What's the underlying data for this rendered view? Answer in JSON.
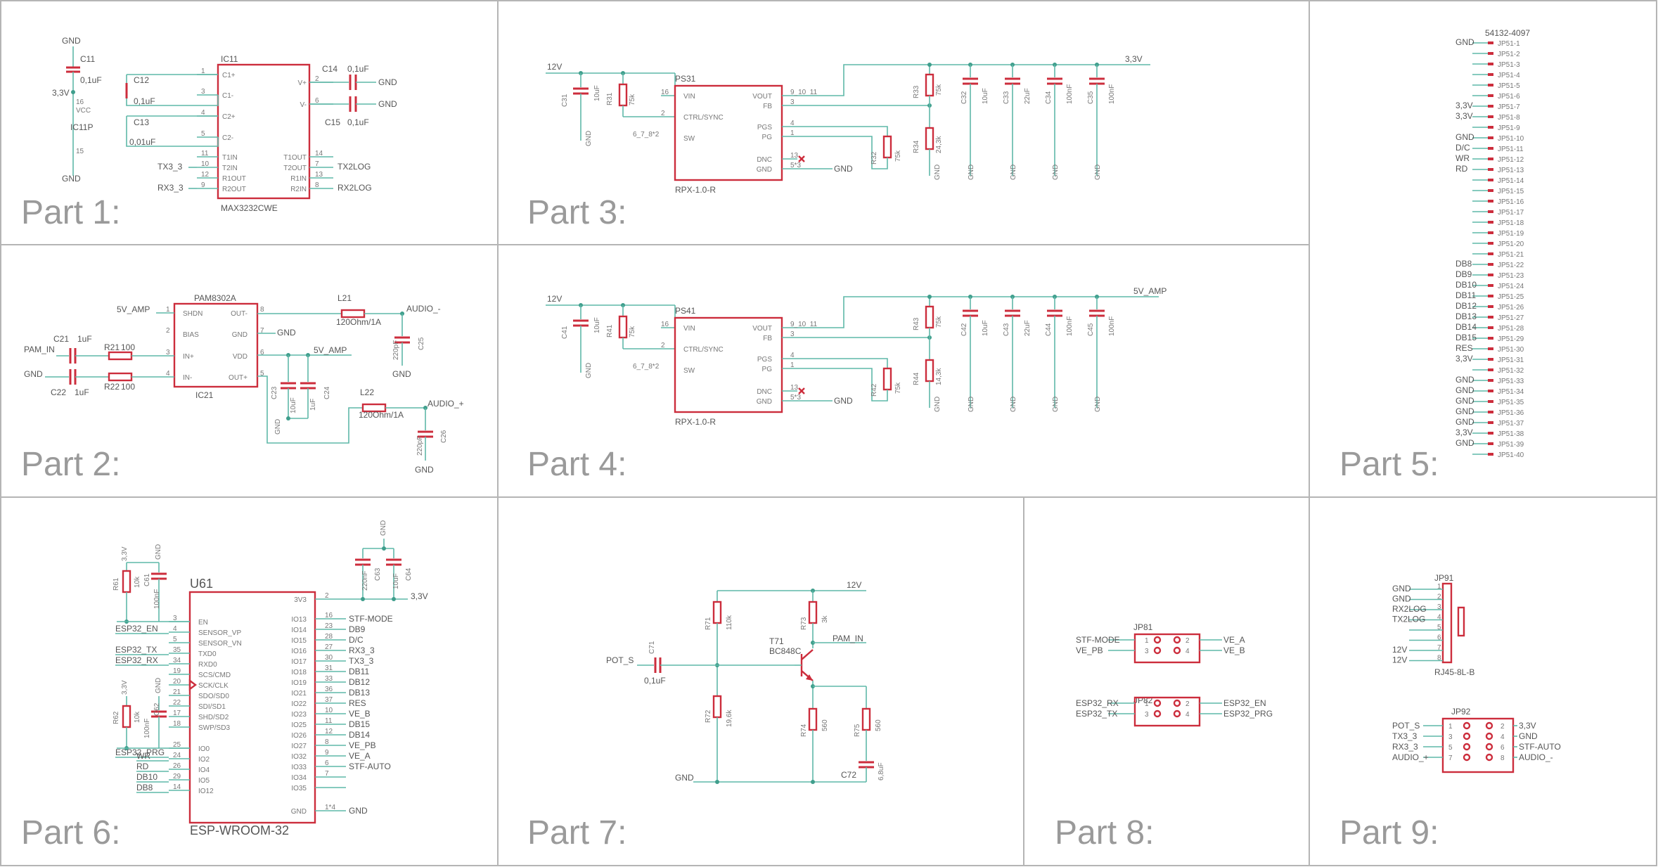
{
  "parts": {
    "p1": "Part 1:",
    "p2": "Part 2:",
    "p3": "Part 3:",
    "p4": "Part 4:",
    "p5": "Part 5:",
    "p6": "Part 6:",
    "p7": "Part 7:",
    "p8": "Part 8:",
    "p9": "Part 9:"
  },
  "part1": {
    "gnd_top": "GND",
    "c11": "C11",
    "c11_val": "0,1uF",
    "v33": "3,3V",
    "ic11p": "IC11P",
    "gnd_bot": "GND",
    "pin16": "16",
    "pin15": "15",
    "vcc": "VCC",
    "gnd_pin": "GND",
    "ic": "IC11",
    "ic_part": "MAX3232CWE",
    "c12": "C12",
    "c12_val": "0,1uF",
    "c13": "C13",
    "c13_val": "0,01uF",
    "c14": "C14",
    "c14_val": "0,1uF",
    "c15": "C15",
    "c15_val": "0,1uF",
    "gnd_r1": "GND",
    "gnd_r2": "GND",
    "left_pins": [
      {
        "num": "1",
        "name": "C1+"
      },
      {
        "num": "3",
        "name": "C1-"
      },
      {
        "num": "4",
        "name": "C2+"
      },
      {
        "num": "5",
        "name": "C2-"
      },
      {
        "num": "11",
        "name": "T1IN"
      },
      {
        "num": "10",
        "name": "T2IN"
      },
      {
        "num": "12",
        "name": "R1OUT"
      },
      {
        "num": "9",
        "name": "R2OUT"
      }
    ],
    "right_pins": [
      {
        "num": "2",
        "name": "V+"
      },
      {
        "num": "6",
        "name": "V-"
      },
      {
        "num": "14",
        "name": "T1OUT"
      },
      {
        "num": "7",
        "name": "T2OUT"
      },
      {
        "num": "13",
        "name": "R1IN"
      },
      {
        "num": "8",
        "name": "R2IN"
      }
    ],
    "tx3": "TX3_3",
    "rx3": "RX3_3",
    "tx2log": "TX2LOG",
    "rx2log": "RX2LOG"
  },
  "part2": {
    "ic_top": "PAM8302A",
    "ic_bot": "IC21",
    "left_pins": [
      {
        "num": "1",
        "name": "SHDN"
      },
      {
        "num": "2",
        "name": "BIAS"
      },
      {
        "num": "3",
        "name": "IN+"
      },
      {
        "num": "4",
        "name": "IN-"
      }
    ],
    "right_pins": [
      {
        "num": "8",
        "name": "OUT-"
      },
      {
        "num": "7",
        "name": "GND"
      },
      {
        "num": "6",
        "name": "VDD"
      },
      {
        "num": "5",
        "name": "OUT+"
      }
    ],
    "v5amp": "5V_AMP",
    "v5amp2": "5V_AMP",
    "pam_in": "PAM_IN",
    "gnd_l": "GND",
    "gnd_r": "GND",
    "c21": "C21",
    "c21_val": "1uF",
    "c22": "C22",
    "c22_val": "1uF",
    "r21": "R21",
    "r21_val": "100",
    "r22": "R22",
    "r22_val": "100",
    "l21": "L21",
    "l21_val": "120Ohm/1A",
    "l22": "L22",
    "l22_val": "120Ohm/1A",
    "audio_m": "AUDIO_-",
    "audio_p": "AUDIO_+",
    "c25": "C25",
    "c25_val": "220pF",
    "c26": "C26",
    "c26_val": "220pF",
    "c23": "C23",
    "c23_val": "10uF",
    "c24": "C24",
    "c24_val": "1uF",
    "gnd_a": "GND",
    "gnd_b": "GND",
    "gnd_c": "GND"
  },
  "part3": {
    "v12": "12V",
    "v33": "3,3V",
    "ps": "PS31",
    "ps_part": "RPX-1.0-R",
    "c31": "C31",
    "c31_val": "10uF",
    "r31": "R31",
    "r31_val": "75k",
    "r32": "R32",
    "r32_val": "75k",
    "r33": "R33",
    "r33_val": "75k",
    "r34": "R34",
    "r34_val": "24,3k",
    "caps": [
      {
        "name": "C32",
        "val": "10uF"
      },
      {
        "name": "C33",
        "val": "22uF"
      },
      {
        "name": "C34",
        "val": "100nF"
      },
      {
        "name": "C35",
        "val": "100nF"
      }
    ],
    "gnd": "GND"
  },
  "part4": {
    "v12": "12V",
    "v5amp": "5V_AMP",
    "ps": "PS41",
    "ps_part": "RPX-1.0-R",
    "c41": "C41",
    "c41_val": "10uF",
    "r41": "R41",
    "r41_val": "75k",
    "r42": "R42",
    "r42_val": "75k",
    "r43": "R43",
    "r43_val": "75k",
    "r44": "R44",
    "r44_val": "14,3k",
    "caps": [
      {
        "name": "C42",
        "val": "10uF"
      },
      {
        "name": "C43",
        "val": "22uF"
      },
      {
        "name": "C44",
        "val": "100nF"
      },
      {
        "name": "C45",
        "val": "100nF"
      }
    ],
    "gnd": "GND"
  },
  "ps_pins": {
    "left": [
      {
        "num": "16",
        "name": "VIN"
      },
      {
        "num": "2",
        "name": "CTRL/SYNC"
      },
      {
        "num": "6_7_8*2",
        "name": "SW"
      }
    ],
    "right": [
      {
        "num": "9_10_11",
        "name": "VOUT"
      },
      {
        "num": "3",
        "name": "FB"
      },
      {
        "num": "4",
        "name": "PGS"
      },
      {
        "num": "1",
        "name": "PG"
      },
      {
        "num": "13",
        "name": "DNC"
      },
      {
        "num": "5*3",
        "name": "GND"
      }
    ]
  },
  "part5": {
    "title": "54132-4097",
    "nets": [
      "GND",
      "",
      "",
      "",
      "",
      "",
      "3,3V",
      "3,3V",
      "",
      "GND",
      "D/C",
      "WR",
      "RD",
      "",
      "",
      "",
      "",
      "",
      "",
      "",
      "",
      "DB8",
      "DB9",
      "DB10",
      "DB11",
      "DB12",
      "DB13",
      "DB14",
      "DB15",
      "RES",
      "3,3V",
      "",
      "GND",
      "GND",
      "GND",
      "GND",
      "GND",
      "3,3V",
      "GND",
      ""
    ],
    "pins": [
      "JP51-1",
      "JP51-2",
      "JP51-3",
      "JP51-4",
      "JP51-5",
      "JP51-6",
      "JP51-7",
      "JP51-8",
      "JP51-9",
      "JP51-10",
      "JP51-11",
      "JP51-12",
      "JP51-13",
      "JP51-14",
      "JP51-15",
      "JP51-16",
      "JP51-17",
      "JP51-18",
      "JP51-19",
      "JP51-20",
      "JP51-21",
      "JP51-22",
      "JP51-23",
      "JP51-24",
      "JP51-25",
      "JP51-26",
      "JP51-27",
      "JP51-28",
      "JP51-29",
      "JP51-30",
      "JP51-31",
      "JP51-32",
      "JP51-33",
      "JP51-34",
      "JP51-35",
      "JP51-36",
      "JP51-37",
      "JP51-38",
      "JP51-39",
      "JP51-40"
    ]
  },
  "part6": {
    "u": "U61",
    "u_part": "ESP-WROOM-32",
    "v33a": "3,3V",
    "gnd_a": "GND",
    "r61": "R61",
    "r61_val": "10k",
    "c61": "C61",
    "c61_val": "100nF",
    "v33b": "3,3V",
    "gnd_b": "GND",
    "r62": "R62",
    "r62_val": "10k",
    "c62": "C62",
    "c62_val": "100nF",
    "gnd_top": "GND",
    "c63": "C63",
    "c63_val": "220nF",
    "c64": "C64",
    "c64_val": "10uF",
    "v33c": "3,3V",
    "left_pins": [
      {
        "num": "3",
        "name": "EN"
      },
      {
        "num": "4",
        "name": "SENSOR_VP"
      },
      {
        "num": "5",
        "name": "SENSOR_VN"
      },
      {
        "num": "35",
        "name": "TXD0"
      },
      {
        "num": "34",
        "name": "RXD0"
      },
      {
        "num": "19",
        "name": "SCS/CMD"
      },
      {
        "num": "20",
        "name": "SCK/CLK"
      },
      {
        "num": "21",
        "name": "SDO/SD0"
      },
      {
        "num": "22",
        "name": "SDI/SD1"
      },
      {
        "num": "17",
        "name": "SHD/SD2"
      },
      {
        "num": "18",
        "name": "SWP/SD3"
      },
      {
        "num": "25",
        "name": "IO0"
      },
      {
        "num": "24",
        "name": "IO2"
      },
      {
        "num": "26",
        "name": "IO4"
      },
      {
        "num": "29",
        "name": "IO5"
      },
      {
        "num": "14",
        "name": "IO12"
      }
    ],
    "left_nets": [
      "",
      "ESP32_EN",
      "",
      "ESP32_TX",
      "ESP32_RX",
      "",
      "",
      "",
      "",
      "",
      "",
      "",
      "ESP32_PRG",
      "WR",
      "RD",
      "DB10",
      "DB8"
    ],
    "right_pins": [
      {
        "num": "2",
        "name": "3V3"
      },
      {
        "num": "16",
        "name": "IO13"
      },
      {
        "num": "23",
        "name": "IO14"
      },
      {
        "num": "28",
        "name": "IO15"
      },
      {
        "num": "27",
        "name": "IO16"
      },
      {
        "num": "30",
        "name": "IO17"
      },
      {
        "num": "31",
        "name": "IO18"
      },
      {
        "num": "33",
        "name": "IO19"
      },
      {
        "num": "36",
        "name": "IO21"
      },
      {
        "num": "37",
        "name": "IO22"
      },
      {
        "num": "10",
        "name": "IO23"
      },
      {
        "num": "11",
        "name": "IO25"
      },
      {
        "num": "12",
        "name": "IO26"
      },
      {
        "num": "8",
        "name": "IO27"
      },
      {
        "num": "9",
        "name": "IO32"
      },
      {
        "num": "6",
        "name": "IO33"
      },
      {
        "num": "7",
        "name": "IO34"
      },
      {
        "num": "",
        "name": "IO35"
      },
      {
        "num": "1*4",
        "name": "GND"
      }
    ],
    "right_nets": [
      "3,3V",
      "STF-MODE",
      "DB9",
      "D/C",
      "RX3_3",
      "TX3_3",
      "DB11",
      "DB12",
      "DB13",
      "RES",
      "VE_B",
      "DB15",
      "DB14",
      "VE_PB",
      "VE_A",
      "STF-AUTO",
      "",
      "",
      "GND"
    ]
  },
  "part7": {
    "v12": "12V",
    "pot_s": "POT_S",
    "c71": "C71",
    "c71_val": "0,1uF",
    "gnd": "GND",
    "r71": "R71",
    "r71_val": "110k",
    "r72": "R72",
    "r72_val": "19,6k",
    "r73": "R73",
    "r73_val": "3k",
    "r74": "R74",
    "r74_val": "560",
    "r75": "R75",
    "r75_val": "560",
    "t71": "T71",
    "t71_part": "BC848C",
    "pam_in": "PAM_IN",
    "c72": "C72",
    "c72_val": "6,8uF"
  },
  "part8": {
    "jp81": "JP81",
    "jp82": "JP82",
    "jp81_l": [
      "STF-MODE",
      "VE_PB"
    ],
    "jp81_r": [
      "VE_A",
      "VE_B"
    ],
    "jp82_l": [
      "ESP32_RX",
      "ESP32_TX"
    ],
    "jp82_r": [
      "ESP32_EN",
      "ESP32_PRG"
    ],
    "pins_l": [
      "1",
      "3"
    ],
    "pins_r": [
      "2",
      "4"
    ]
  },
  "part9": {
    "jp91": "JP91",
    "jp91_part": "RJ45-8L-B",
    "jp91_nets": [
      "GND",
      "GND",
      "RX2LOG",
      "TX2LOG",
      "",
      "",
      "12V",
      "12V"
    ],
    "jp92": "JP92",
    "jp92_l": [
      "POT_S",
      "TX3_3",
      "RX3_3",
      "AUDIO_+"
    ],
    "jp92_r": [
      "3,3V",
      "GND",
      "STF-AUTO",
      "AUDIO_-"
    ],
    "jp92_pins_l": [
      "1",
      "3",
      "5",
      "7"
    ],
    "jp92_pins_r": [
      "2",
      "4",
      "6",
      "8"
    ]
  }
}
